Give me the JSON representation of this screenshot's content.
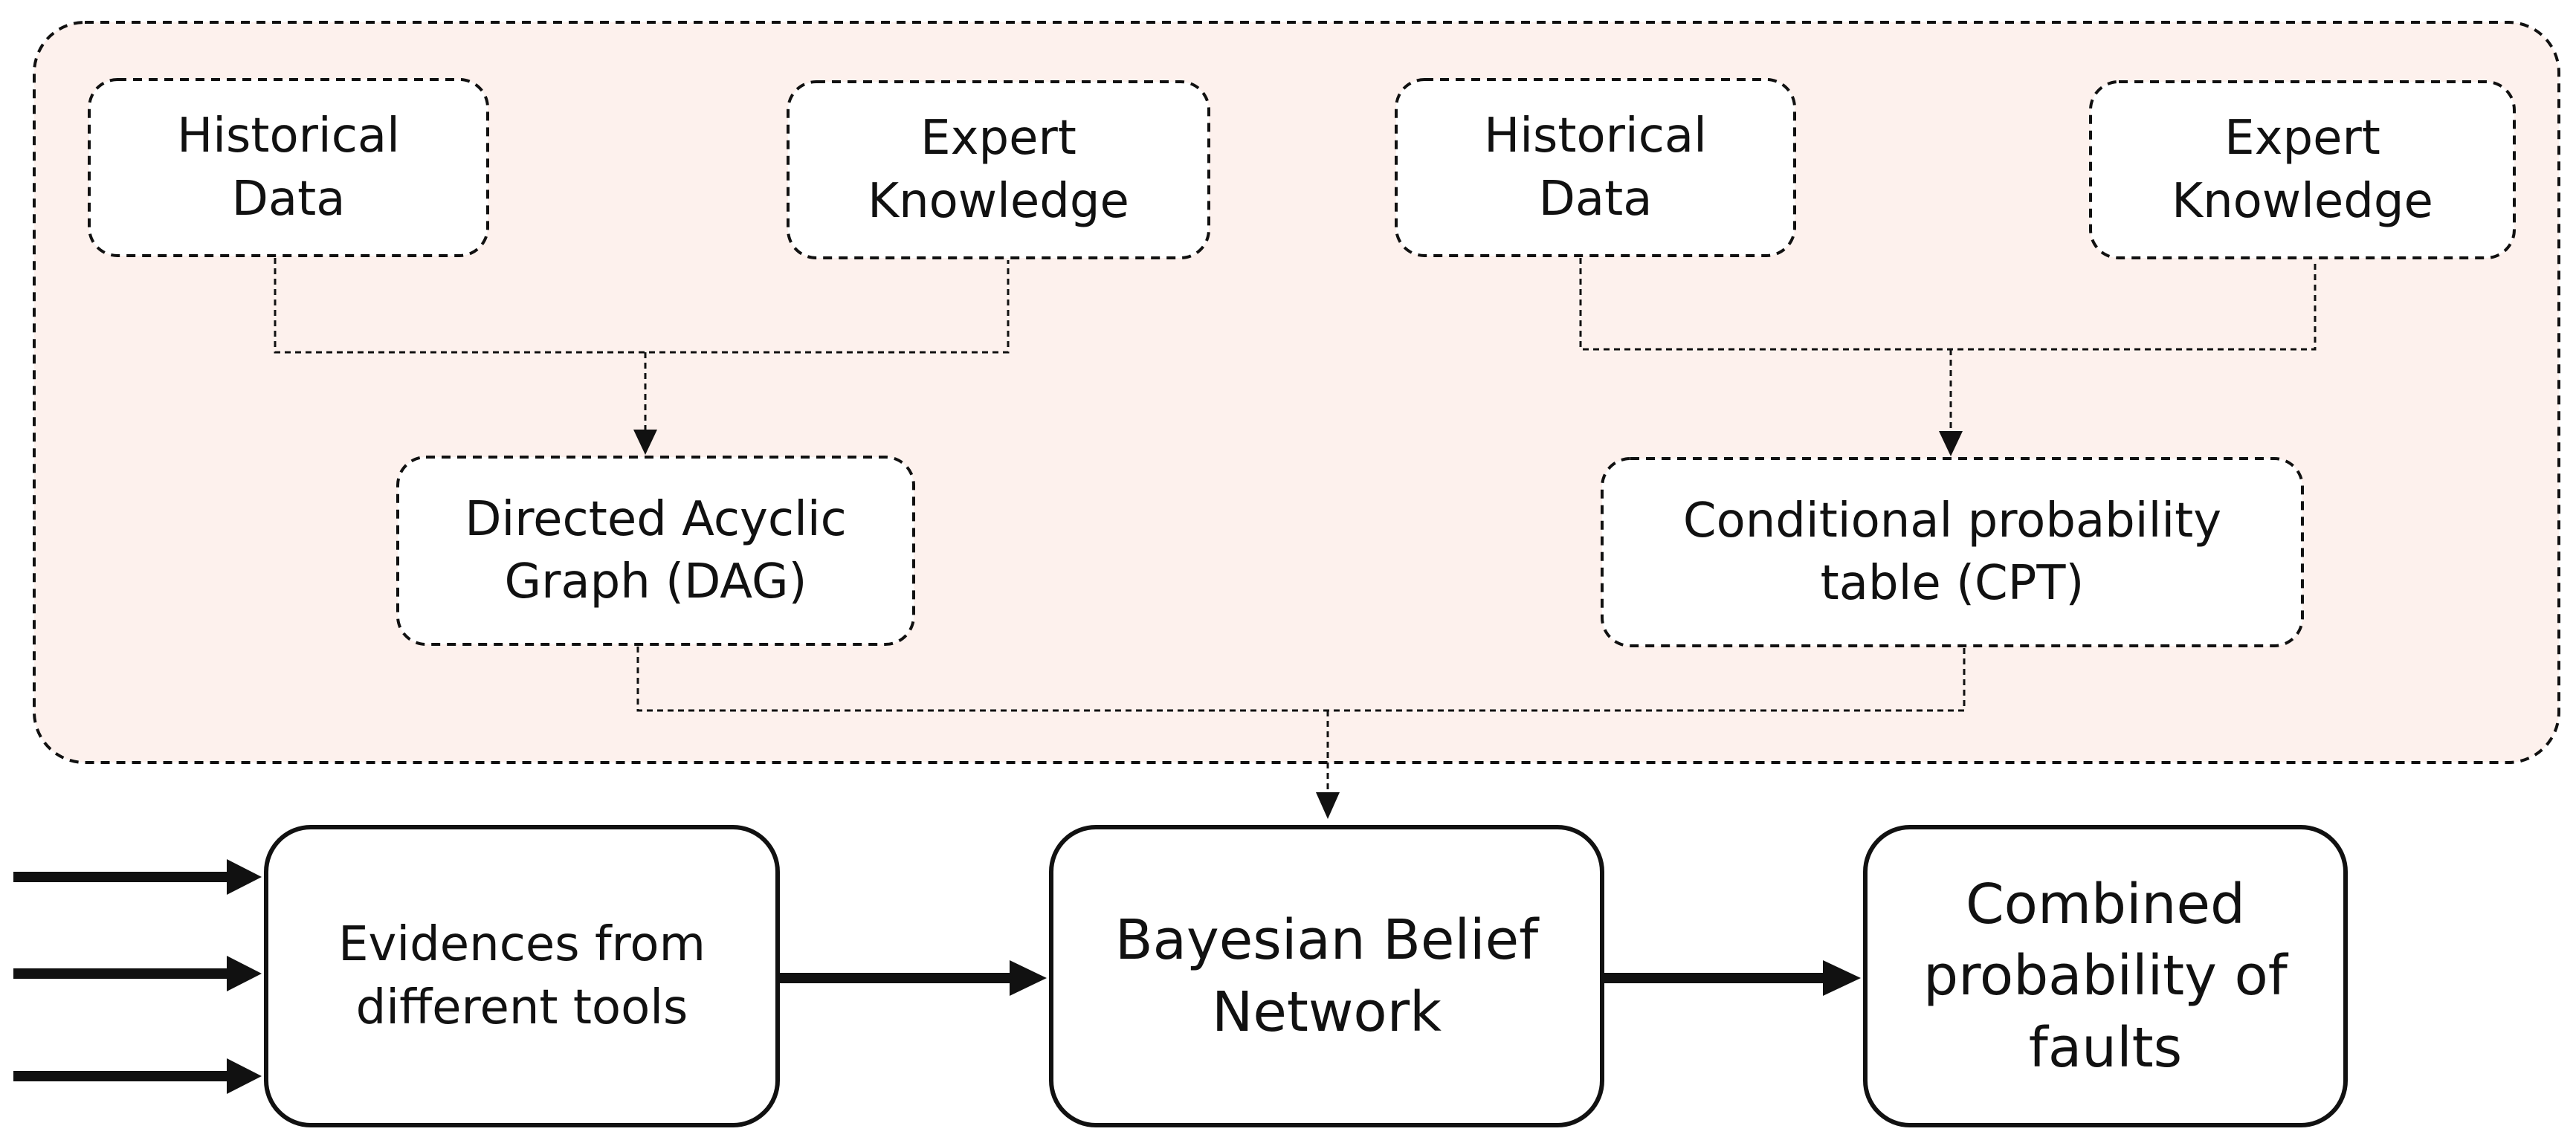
{
  "sources": [
    {
      "id": "hist-data-left",
      "line1": "Historical",
      "line2": "Data"
    },
    {
      "id": "expert-knowledge-left",
      "line1": "Expert",
      "line2": "Knowledge"
    },
    {
      "id": "hist-data-right",
      "line1": "Historical",
      "line2": "Data"
    },
    {
      "id": "expert-knowledge-right",
      "line1": "Expert",
      "line2": "Knowledge"
    }
  ],
  "structures": {
    "dag": {
      "line1": "Directed Acyclic",
      "line2": "Graph (DAG)"
    },
    "cpt": {
      "line1": "Conditional probability",
      "line2": "table (CPT)"
    }
  },
  "pipeline": {
    "evidences": {
      "line1": "Evidences from",
      "line2": "different tools"
    },
    "bbn": {
      "line1": "Bayesian Belief",
      "line2": "Network"
    },
    "output": {
      "line1": "Combined",
      "line2": "probability of",
      "line3": "faults"
    }
  },
  "colors": {
    "panel_fill": "#fdf1ed",
    "stroke": "#111111",
    "box_fill": "#ffffff"
  }
}
